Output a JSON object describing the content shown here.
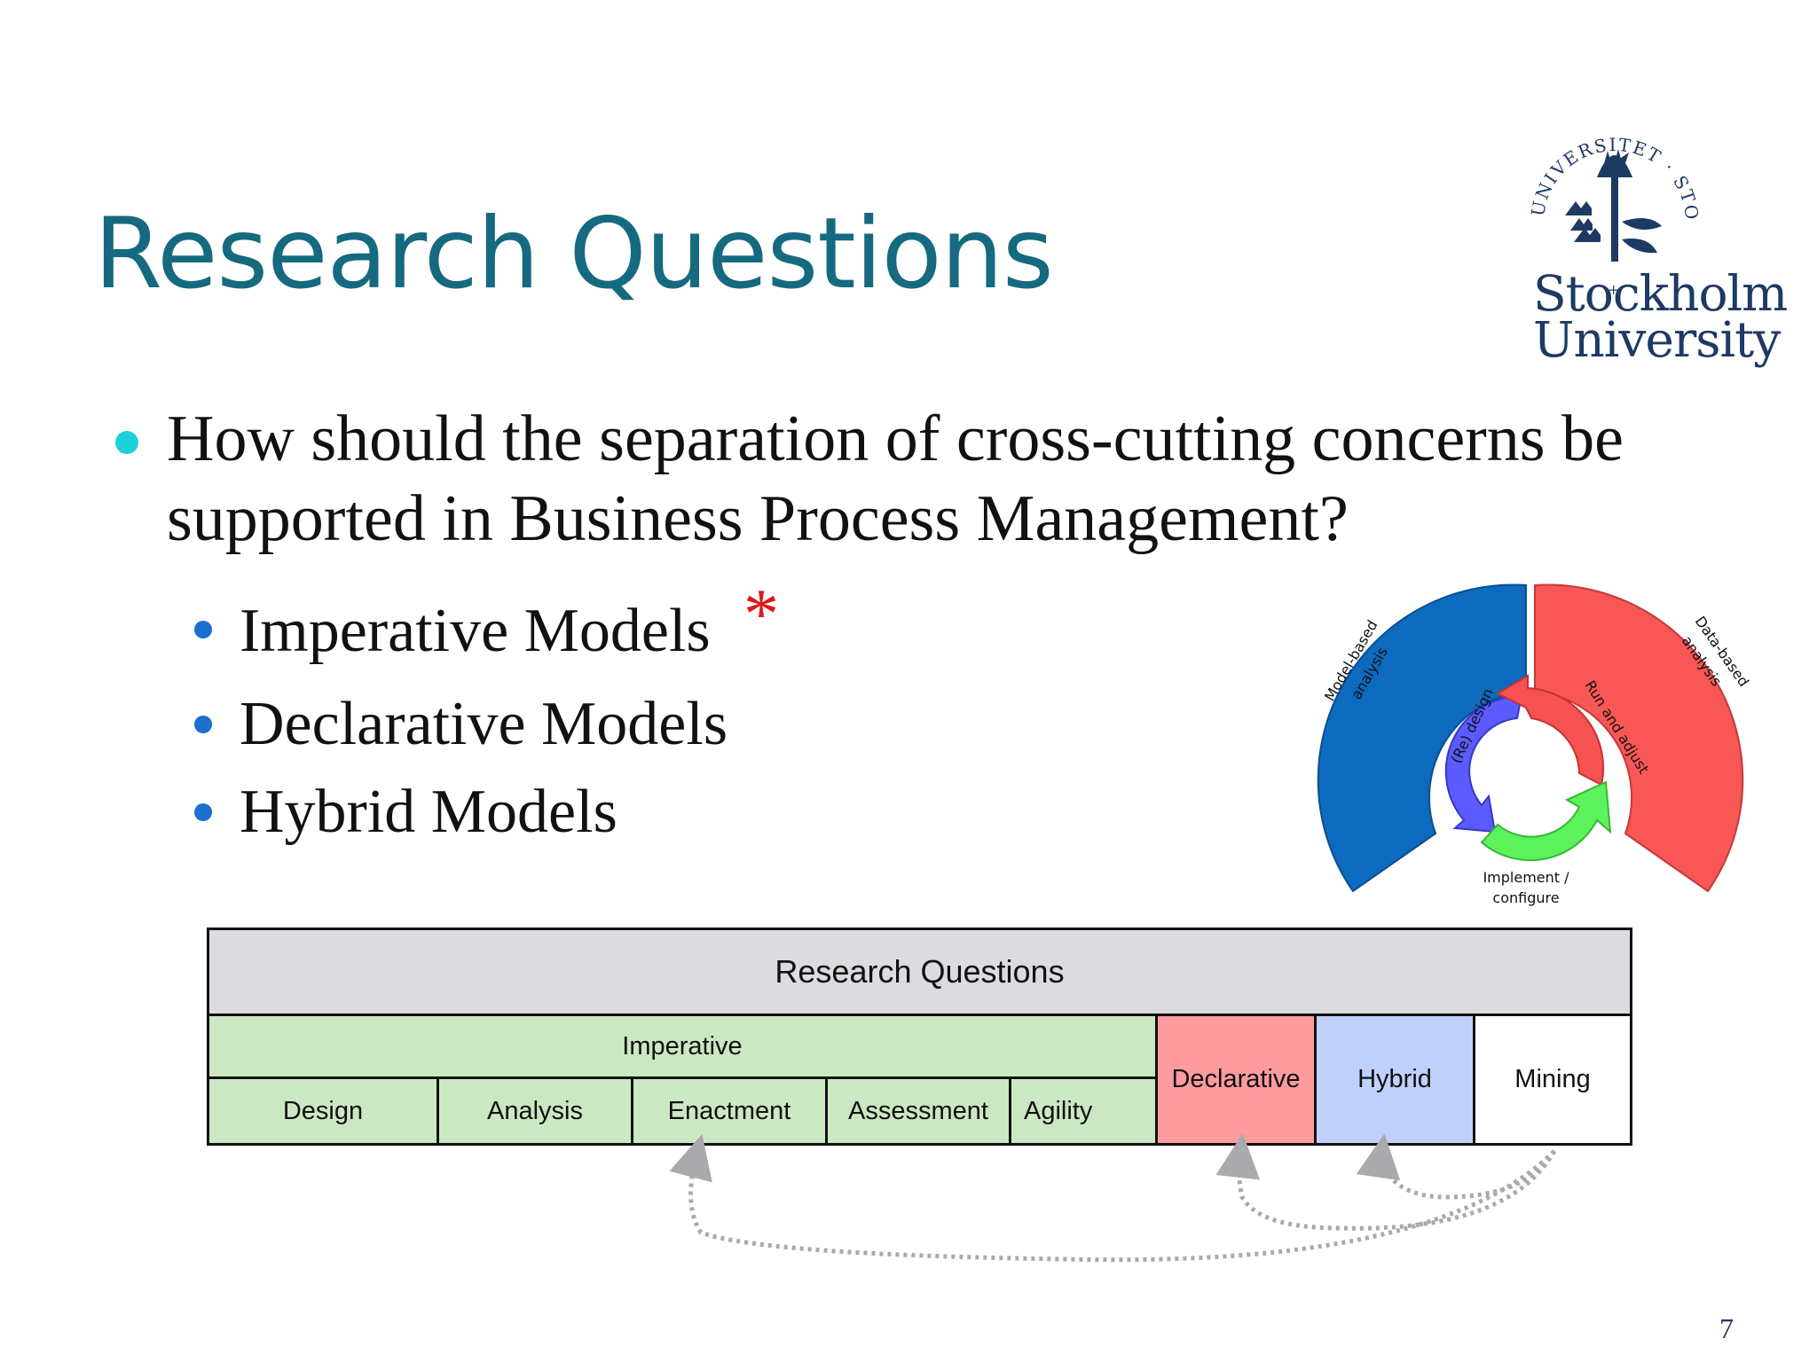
{
  "slide": {
    "title": "Research Questions",
    "page_number": "7"
  },
  "logo": {
    "line1": "Stockholm",
    "line2": "University",
    "seal_text": "UNIVERSITET STOCKHOLMS"
  },
  "bullets": {
    "main": "How should the separation of cross-cutting concerns be supported in Business Process Management?",
    "items": [
      {
        "label": "Imperative Models"
      },
      {
        "label": "Declarative Models"
      },
      {
        "label": "Hybrid Models"
      }
    ],
    "star": "*"
  },
  "cycle_diagram": {
    "outer_left": "Model-based analysis",
    "outer_right": "Data-based analysis",
    "inner_left": "(Re) design",
    "inner_right": "Run and adjust",
    "bottom_line1": "Implement /",
    "bottom_line2": "configure",
    "colors": {
      "blue": "#0c6abf",
      "red": "#f95656",
      "violet": "#5b5bff",
      "green": "#5cf25c",
      "inner_red": "#f75252"
    }
  },
  "table": {
    "header": "Research Questions",
    "imperative": "Imperative",
    "imperative_subs": [
      {
        "label": "Design"
      },
      {
        "label": "Analysis"
      },
      {
        "label": "Enactment"
      },
      {
        "label": "Assessment"
      },
      {
        "label": "Agility"
      }
    ],
    "declarative": "Declarative",
    "hybrid": "Hybrid",
    "mining": "Mining",
    "colors": {
      "header": "#dcdbdf",
      "imperative": "#cce8c2",
      "declarative": "#fd9b9f",
      "hybrid": "#bfd1fb",
      "mining": "#ffffff"
    }
  }
}
